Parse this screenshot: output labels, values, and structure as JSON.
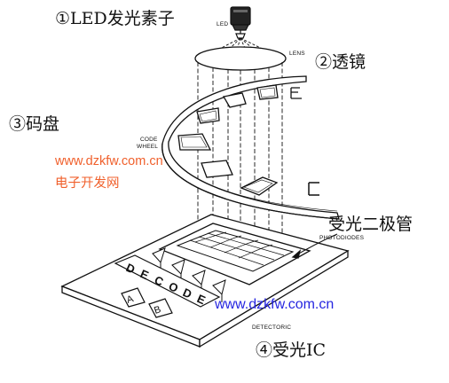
{
  "labels": {
    "led_title": "①LED发光素子",
    "led_small": "LED",
    "lens_title": "②透镜",
    "lens_small": "LENS",
    "code_wheel_title": "③码盘",
    "code_wheel_small_1": "CODE",
    "code_wheel_small_2": "WHEEL",
    "photodiode_title": "受光二极管",
    "photodiode_small": "PHOTODIODES",
    "detector_title": "④受光IC",
    "detector_small": "DETECTORIC",
    "decode_letters": [
      "D",
      "E",
      "C",
      "O",
      "D",
      "E"
    ],
    "output_a": "A",
    "output_b": "B"
  },
  "watermarks": {
    "url_top": "www.dzkfw.com.cn",
    "cn_name": "电子开发网",
    "url_bottom": "www.dzkfw.com.cn"
  },
  "colors": {
    "line": "#111111",
    "watermark_orange": "#f0602c",
    "watermark_blue": "#2626e0"
  }
}
